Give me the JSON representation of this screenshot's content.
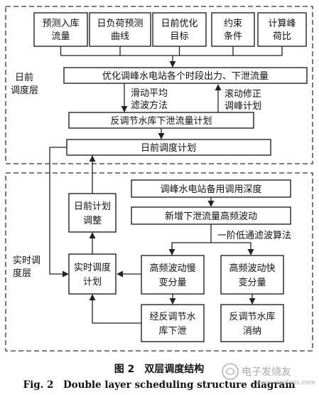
{
  "inputs": {
    "box1": [
      "预测入库",
      "流量"
    ],
    "box2": [
      "日负荷预测",
      "曲线"
    ],
    "box3": [
      "日前优化",
      "目标"
    ],
    "box4": [
      "约束",
      "条件"
    ],
    "box5": [
      "计算峰",
      "荷比"
    ]
  },
  "optimize": "优化调峰水电站各个时段出力、下泄流量",
  "smoothing": [
    "滑动平均",
    "滤波方法"
  ],
  "rolling": [
    "滚动修正",
    "调峰计划"
  ],
  "reverse_plan": "反调节水库下泄流量计划",
  "dayahead_plan": "日前调度计划",
  "dayahead_layer": [
    "日前",
    "调度层"
  ],
  "reserve_depth": "调峰水电站备用调用深度",
  "hf_fluct": "新增下泄流量高频波动",
  "lowpass": "一阶低通滤波算法",
  "adjust": [
    "日前计划",
    "调整"
  ],
  "slow": [
    "高频波动慢",
    "变分量"
  ],
  "fast": [
    "高频波动快",
    "变分量"
  ],
  "rt_plan": [
    "实时调度",
    "计划"
  ],
  "rt_layer": [
    "实时调",
    "度层"
  ],
  "via_reverse": [
    "经反调节水",
    "库下泄"
  ],
  "absorb": [
    "反调节水库",
    "消纳"
  ],
  "caption_cn": "图 2　双层调度结构",
  "caption_en": "Fig. 2　Double layer scheduling structure diagram",
  "watermark": {
    "cn": "电子发烧友",
    "en": "www.elecfans.com"
  }
}
